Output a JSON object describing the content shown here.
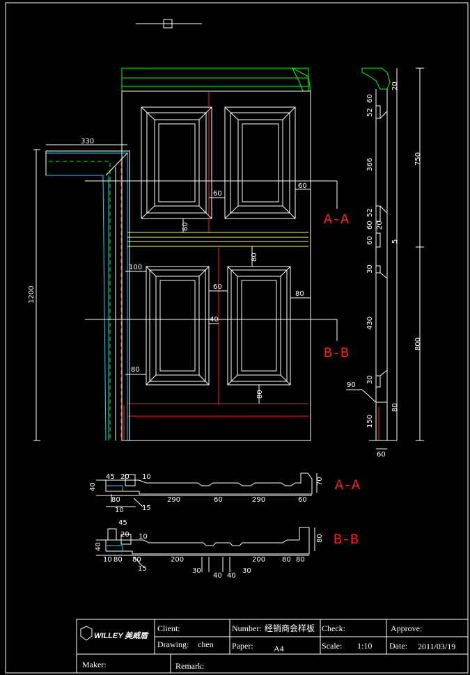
{
  "colors": {
    "background": "#000000",
    "frame": "#ffffff",
    "door_outline": "#ffffff",
    "cornice": "#00ff00",
    "frame_trim": "#00e0ff",
    "section_line": "#ff2020",
    "rail_yellow": "#ffff40",
    "guide_green": "#00ff00"
  },
  "elevation": {
    "width_330": "330",
    "height_1200": "1200",
    "d60_upper_mid": "60",
    "d60_upper_right": "60",
    "d60_upper_rail": "60",
    "d100": "100",
    "d80_top": "80",
    "d60_lower_mid": "60",
    "d80_lower_right": "80",
    "d40": "40",
    "d80_lower_left": "80",
    "d80_bottom": "80"
  },
  "side_profile": {
    "d20_top": "20",
    "d60_a": "60",
    "d52_a": "52",
    "d366": "366",
    "d52_b": "52",
    "d60_b": "60",
    "d20_mid": "20",
    "d60_c": "60",
    "d5_stack": "5",
    "d30_a": "30",
    "d430": "430",
    "d30_b": "30",
    "d90": "90",
    "d150": "150",
    "d80_bottom": "80",
    "d60_foot": "60",
    "d750": "750",
    "d800": "800"
  },
  "section_labels": {
    "aa": "A-A",
    "bb": "B-B"
  },
  "section_aa": {
    "d45": "45",
    "d20": "20",
    "d10_top": "10",
    "d40": "40",
    "d80": "80",
    "d10_bottom": "10",
    "d15": "15",
    "d290_a": "290",
    "d60_mid": "60",
    "d290_b": "290",
    "d60_end": "60",
    "d70": "70",
    "label": "A-A"
  },
  "section_bb": {
    "d45": "45",
    "d20": "20",
    "d10": "10",
    "d40": "40",
    "d10_left": "10",
    "d80_a": "80",
    "d80_b": "80",
    "d15": "15",
    "d200_a": "200",
    "d30_a": "30",
    "d40_a": "40",
    "d40_b": "40",
    "d30_b": "30",
    "d200_b": "200",
    "d80_c": "80",
    "d80_d": "80",
    "d80_right": "80",
    "label": "B-B"
  },
  "title_block": {
    "logo_text": "WILLEY",
    "logo_cn": "美威盾",
    "client_label": "Client:",
    "drawing_label": "Drawing:",
    "drawing_value": "chen",
    "number_label": "Number:",
    "number_value": "经销商会样板",
    "paper_label": "Paper:",
    "paper_value": "A4",
    "check_label": "Check:",
    "scale_label": "Scale:",
    "scale_value": "1:10",
    "approve_label": "Approve:",
    "date_label": "Date:",
    "date_value": "2011/03/19",
    "maker_label": "Maker:",
    "remark_label": "Remark:"
  }
}
